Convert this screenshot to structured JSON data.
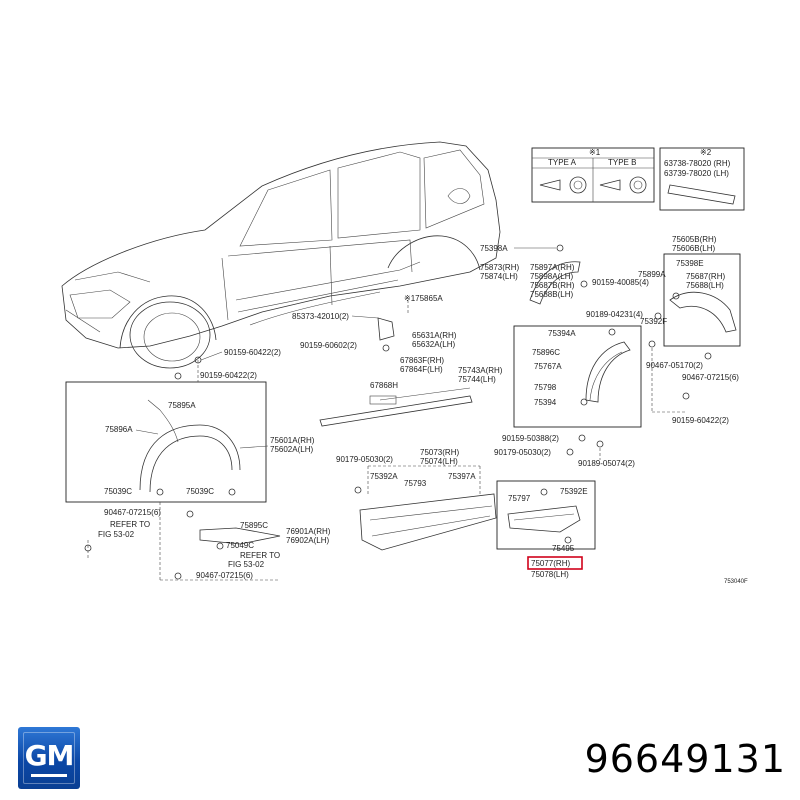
{
  "logo": {
    "text": "GM"
  },
  "part_number": "96649131",
  "drawing_code": "753040F",
  "legend1": {
    "title": "※1",
    "type_a": "TYPE A",
    "type_b": "TYPE B"
  },
  "legend2": {
    "title": "※2",
    "line1": "63738-78020 (RH)",
    "line2": "63739-78020 (LH)"
  },
  "labels": {
    "l75398A": "75398A",
    "l75897A": "75897A(RH)",
    "l75898A": "75898A(LH)",
    "l75873": "75873(RH)",
    "l75874": "75874(LH)",
    "l75687B": "75687B(RH)",
    "l75688B": "75688B(LH)",
    "l75865A": "※175865A",
    "l85373": "85373-42010(2)",
    "l90159_60602": "90159-60602(2)",
    "l65631A": "65631A(RH)",
    "l65632A": "65632A(LH)",
    "l90159_60422a": "90159-60422(2)",
    "l90159_60422b": "90159-60422(2)",
    "l67863F": "67863F(RH)",
    "l67864F": "67864F(LH)",
    "l67868H": "67868H",
    "l75743A": "75743A(RH)",
    "l75744": "75744(LH)",
    "l75895A": "75895A",
    "l75896A": "75896A",
    "l75601A": "75601A(RH)",
    "l75602A": "75602A(LH)",
    "l75039C_a": "75039C",
    "l75039C_b": "75039C",
    "l90467_07215a": "90467-07215(6)",
    "l75895C": "75895C",
    "l76901A": "76901A(RH)",
    "l76902A": "76902A(LH)",
    "l75049C": "75049C",
    "refer1a": "REFER TO",
    "refer1b": "FIG 53-02",
    "refer2a": "REFER TO",
    "refer2b": "FIG 53-02",
    "l90467_07215b": "90467-07215(6)",
    "l90179_05030a": "90179-05030(2)",
    "l75073": "75073(RH)",
    "l75074": "75074(LH)",
    "l75392A": "75392A",
    "l75397A": "75397A",
    "l75793": "75793",
    "l90159_50388": "90159-50388(2)",
    "l90179_05030b": "90179-05030(2)",
    "l90189_05074": "90189-05074(2)",
    "l75797": "75797",
    "l75392E": "75392E",
    "l75495": "75495",
    "l75077": "75077(RH)",
    "l75078": "75078(LH)",
    "l90159_40085": "90159-40085(4)",
    "l90189_04231": "90189-04231(4)",
    "l75394A": "75394A",
    "l75896C": "75896C",
    "l75767A": "75767A",
    "l75798": "75798",
    "l75394": "75394",
    "l75392F": "75392F",
    "l75605B": "75605B(RH)",
    "l75606B": "75606B(LH)",
    "l75398E": "75398E",
    "l75899A": "75899A",
    "l75687": "75687(RH)",
    "l75688": "75688(LH)",
    "l90467_05170": "90467-05170(2)",
    "l90467_07215c": "90467-07215(6)",
    "l90159_60422c": "90159-60422(2)"
  }
}
